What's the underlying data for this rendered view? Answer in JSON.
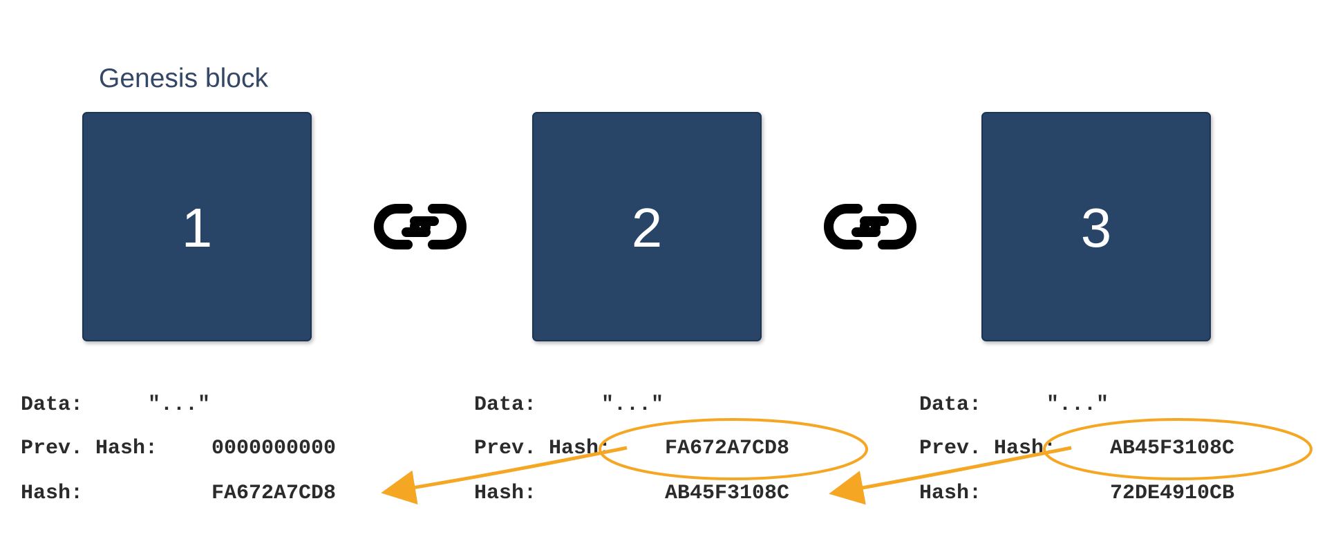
{
  "genesis_label": "Genesis block",
  "blocks": [
    {
      "number": "1",
      "data_label": "Data:",
      "data_value": "\"...\"",
      "prev_hash_label": "Prev. Hash:",
      "prev_hash_value": "0000000000",
      "hash_label": "Hash:",
      "hash_value": "FA672A7CD8"
    },
    {
      "number": "2",
      "data_label": "Data:",
      "data_value": "\"...\"",
      "prev_hash_label": "Prev. Hash:",
      "prev_hash_value": "FA672A7CD8",
      "hash_label": "Hash:",
      "hash_value": "AB45F3108C"
    },
    {
      "number": "3",
      "data_label": "Data:",
      "data_value": "\"...\"",
      "prev_hash_label": "Prev. Hash:",
      "prev_hash_value": "AB45F3108C",
      "hash_label": "Hash:",
      "hash_value": "72DE4910CB"
    }
  ],
  "icons": [
    "chain-link-icon",
    "chain-link-icon"
  ],
  "colors": {
    "block_fill": "#284467",
    "accent_orange": "#F5A623",
    "label_text": "#334766"
  }
}
